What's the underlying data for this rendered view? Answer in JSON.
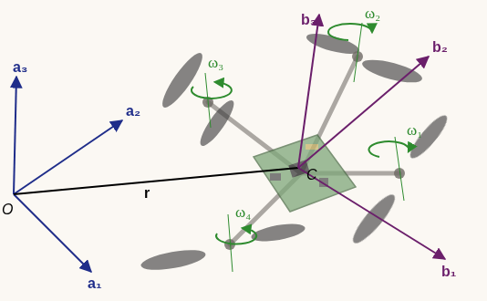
{
  "diagram": {
    "labels": [
      "a₃",
      "a₂",
      "a₁",
      "O",
      "r",
      "C",
      "b₃",
      "b₂",
      "b₁",
      "ω₂",
      "ω₃",
      "ω₁",
      "ω₄"
    ]
  }
}
